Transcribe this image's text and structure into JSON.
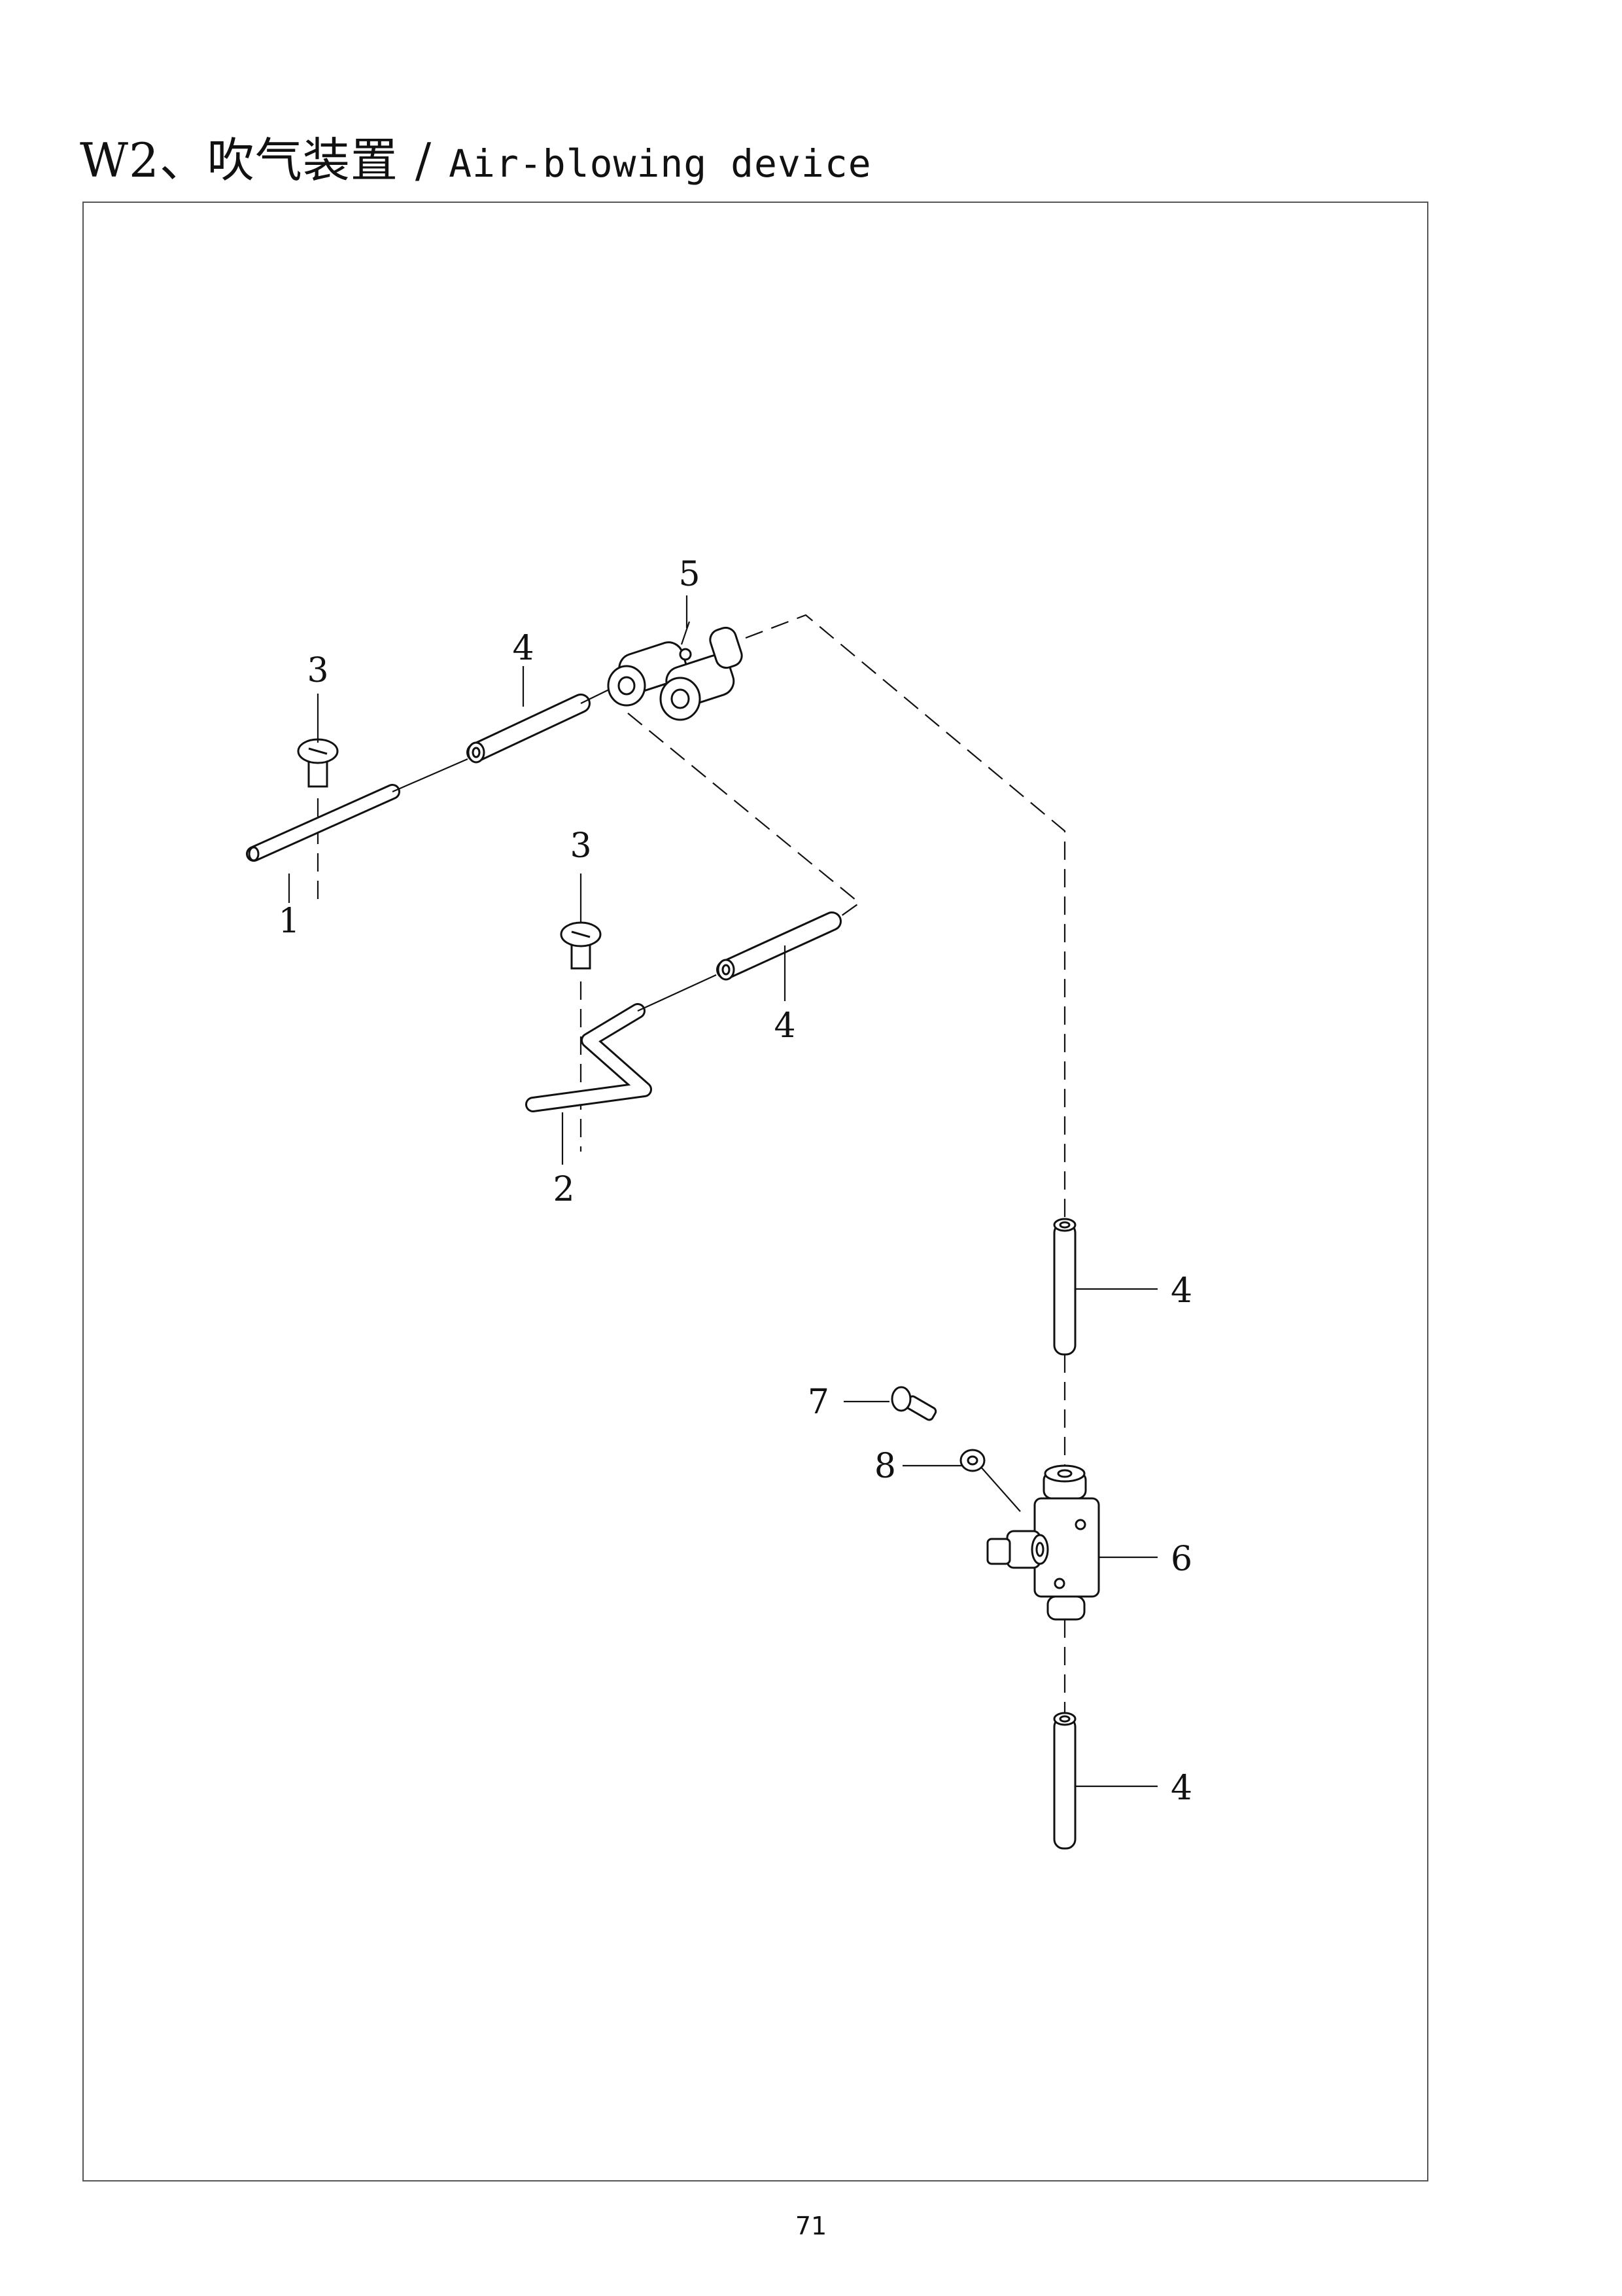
{
  "page": {
    "section_code": "W2、",
    "title_cn": "吹气装置",
    "separator": "/",
    "title_en": "Air-blowing device",
    "page_number": "71"
  },
  "callouts": {
    "c1": "1",
    "c2": "2",
    "c3a": "3",
    "c3b": "3",
    "c4a": "4",
    "c4b": "4",
    "c4c": "4",
    "c4d": "4",
    "c5": "5",
    "c6": "6",
    "c7": "7",
    "c8": "8"
  }
}
